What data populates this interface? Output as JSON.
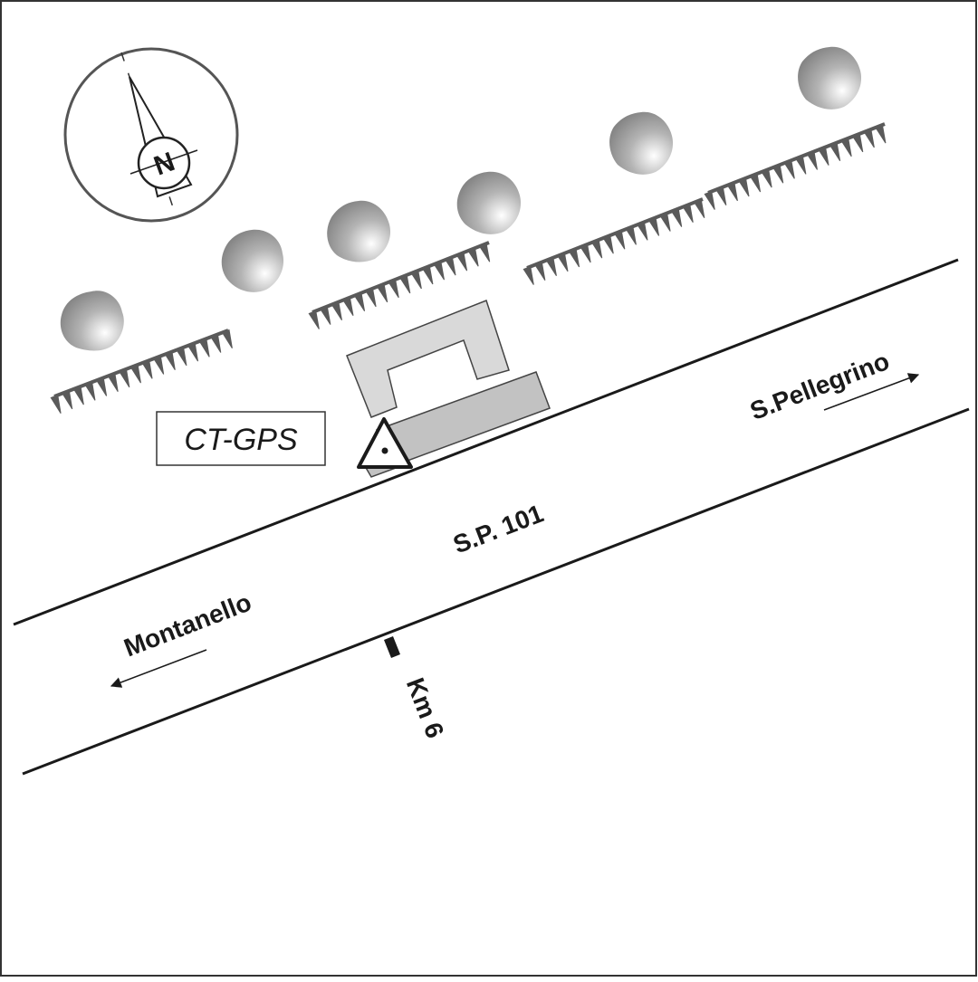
{
  "map": {
    "road_name": "S.P. 101",
    "direction_east": "S.Pellegrino",
    "direction_west": "Montanello",
    "km_marker": "Km 6",
    "station_label": "CT-GPS",
    "compass_letter": "N"
  },
  "colors": {
    "ink": "#1a1a1a",
    "building_light": "#d9d9d9",
    "building_dark": "#c2c2c2",
    "hedge": "#5a5a5a",
    "compass_ring": "#555555"
  },
  "icons": {
    "compass": "north-arrow-icon",
    "station": "gps-station-triangle-icon",
    "tree": "tree-canopy-icon",
    "hedge": "hedge-row-icon"
  }
}
